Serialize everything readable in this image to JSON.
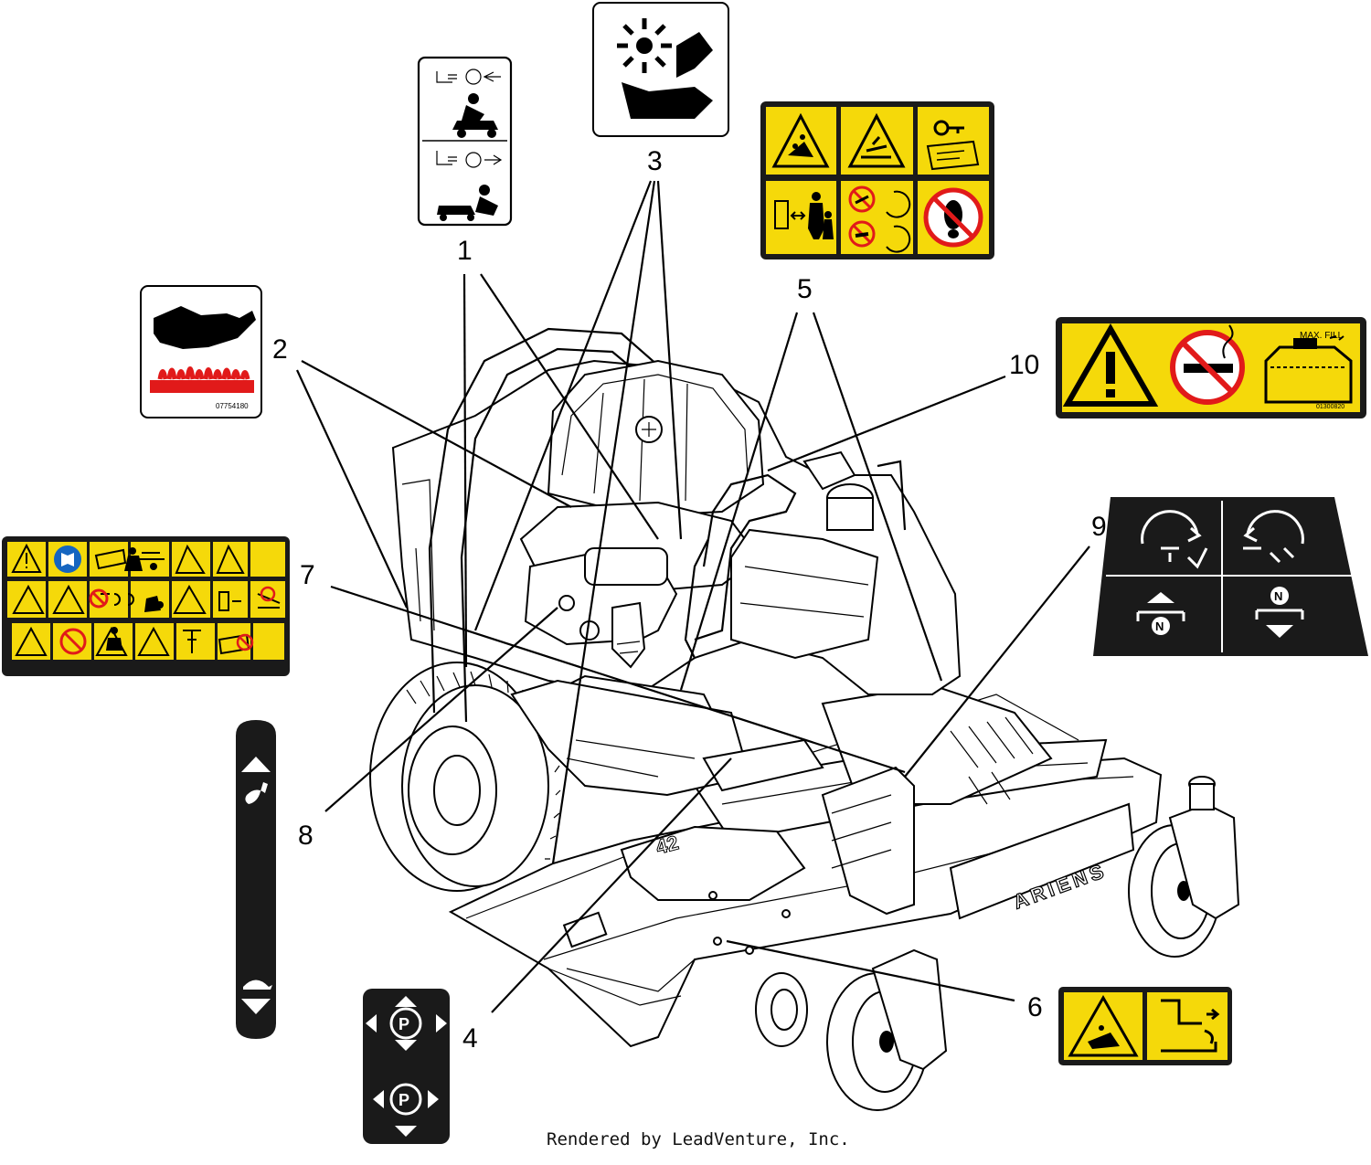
{
  "callouts": [
    {
      "label": "1"
    },
    {
      "label": "2"
    },
    {
      "label": "3"
    },
    {
      "label": "4"
    },
    {
      "label": "5"
    },
    {
      "label": "6"
    },
    {
      "label": "7"
    },
    {
      "label": "8"
    },
    {
      "label": "9"
    },
    {
      "label": "10"
    }
  ],
  "decals": {
    "heat": {
      "part_no": "07754180"
    },
    "fuel": {
      "max_fill": "MAX. FILL",
      "part_no": "01300820"
    }
  },
  "brand": "ARIENS",
  "deck_size": "42",
  "footer": "Rendered by LeadVenture, Inc.",
  "colors": {
    "warning_yellow": "#f5d90a",
    "label_black": "#1a1a1a",
    "heat_red": "#e11a1a",
    "prohibition_red": "#e11a1a"
  }
}
